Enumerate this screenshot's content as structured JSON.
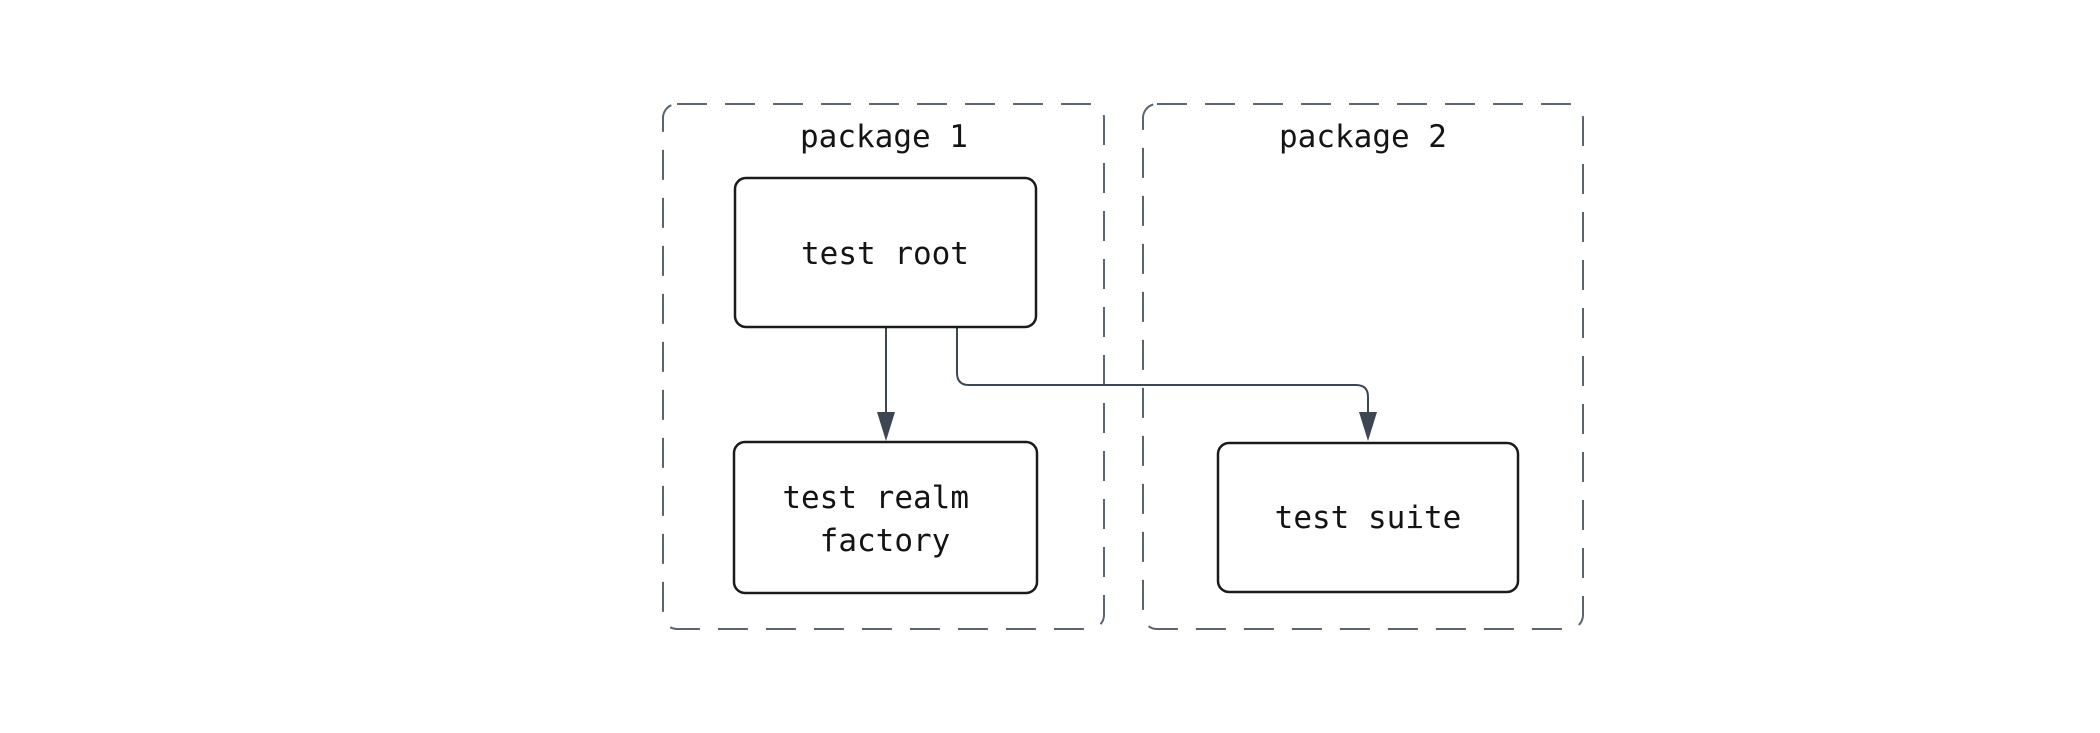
{
  "diagram": {
    "type": "flowchart",
    "clusters": [
      {
        "id": "package-1",
        "label": "package 1",
        "contains": [
          "test root",
          "test realm factory"
        ]
      },
      {
        "id": "package-2",
        "label": "package 2",
        "contains": [
          "test suite"
        ]
      }
    ],
    "nodes": [
      {
        "id": "test-root",
        "lines": [
          "test root"
        ]
      },
      {
        "id": "test-realm-factory",
        "lines": [
          "test realm",
          "factory"
        ]
      },
      {
        "id": "test-suite",
        "lines": [
          "test suite"
        ]
      }
    ],
    "edges": [
      {
        "from": "test root",
        "to": "test realm factory",
        "arrow": "filled-triangle"
      },
      {
        "from": "test root",
        "to": "test suite",
        "arrow": "filled-triangle"
      }
    ],
    "colors": {
      "background": "#ffffff",
      "node_fill": "#ffffff",
      "node_border": "#1b1b1b",
      "cluster_border": "#5b6470",
      "edge": "#3e4654",
      "text": "#141414"
    }
  }
}
